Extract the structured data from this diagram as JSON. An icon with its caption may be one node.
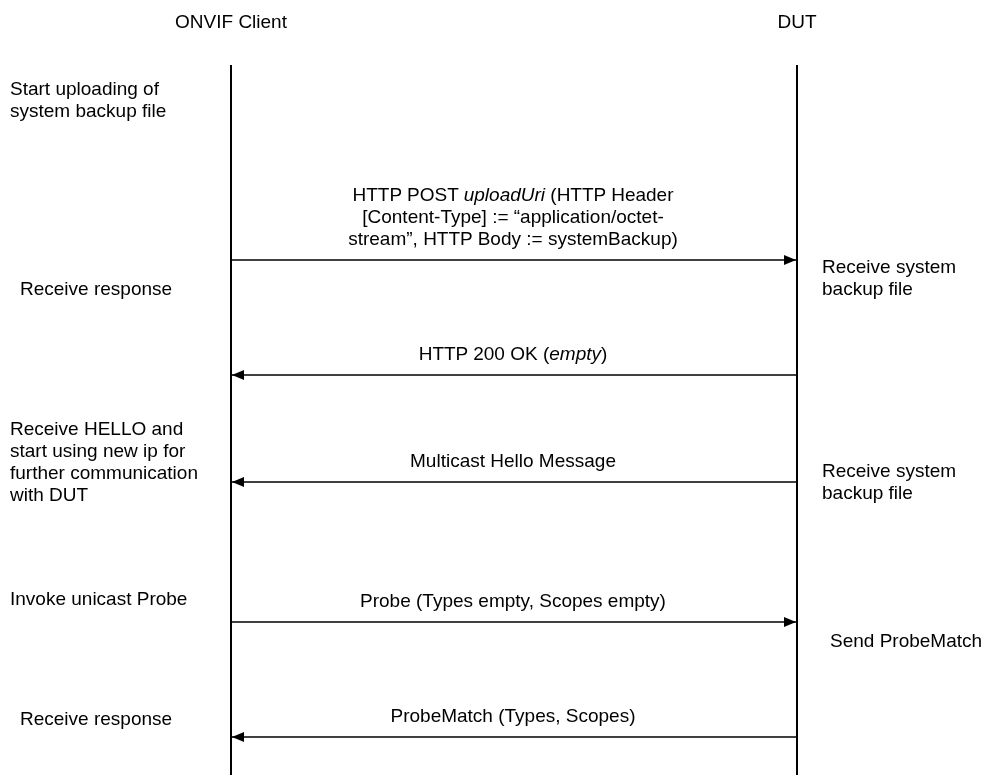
{
  "diagram": {
    "nodes": [
      {
        "text": [
          "ONVIF Client"
        ]
      },
      {
        "text": [
          "DUT"
        ]
      }
    ],
    "edges": [
      {
        "from": 0,
        "to": 1,
        "arrow": "to",
        "label": "HTTP POST *uploadUri* (HTTP Header [Content-Type] := “application/octet-stream”, HTTP Body := systemBackup)"
      },
      {
        "from": 1,
        "to": 0,
        "arrow": "to",
        "label": "HTTP 200 OK (*empty*)"
      },
      {
        "from": 1,
        "to": 0,
        "arrow": "to",
        "label": "Multicast Hello Message"
      },
      {
        "from": 0,
        "to": 1,
        "arrow": "to",
        "label": "Probe (Types empty, Scopes empty)"
      },
      {
        "from": 1,
        "to": 0,
        "arrow": "to",
        "label": "ProbeMatch (Types, Scopes)"
      }
    ],
    "labels": [
      "Start uploading of system backup file",
      "Receive system backup file",
      "Receive response",
      "Receive HELLO and start using new ip for further communication with DUT",
      "Receive system backup file",
      "Invoke unicast Probe",
      "Send ProbeMatch",
      "Receive response"
    ]
  }
}
